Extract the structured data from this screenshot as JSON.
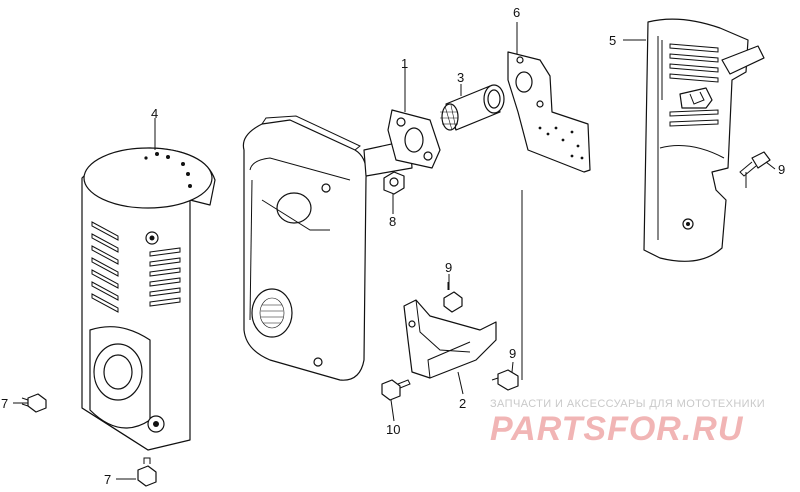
{
  "diagram": {
    "callouts": [
      "1",
      "2",
      "3",
      "4",
      "5",
      "6",
      "7",
      "7",
      "8",
      "9",
      "9",
      "9",
      "10"
    ]
  },
  "watermark": {
    "caption": "ЗАПЧАСТИ И АКСЕССУАРЫ ДЛЯ МОТОТЕХНИКИ",
    "logo": "PARTSFOR.RU",
    "logo_color": "#f1b5b5"
  }
}
